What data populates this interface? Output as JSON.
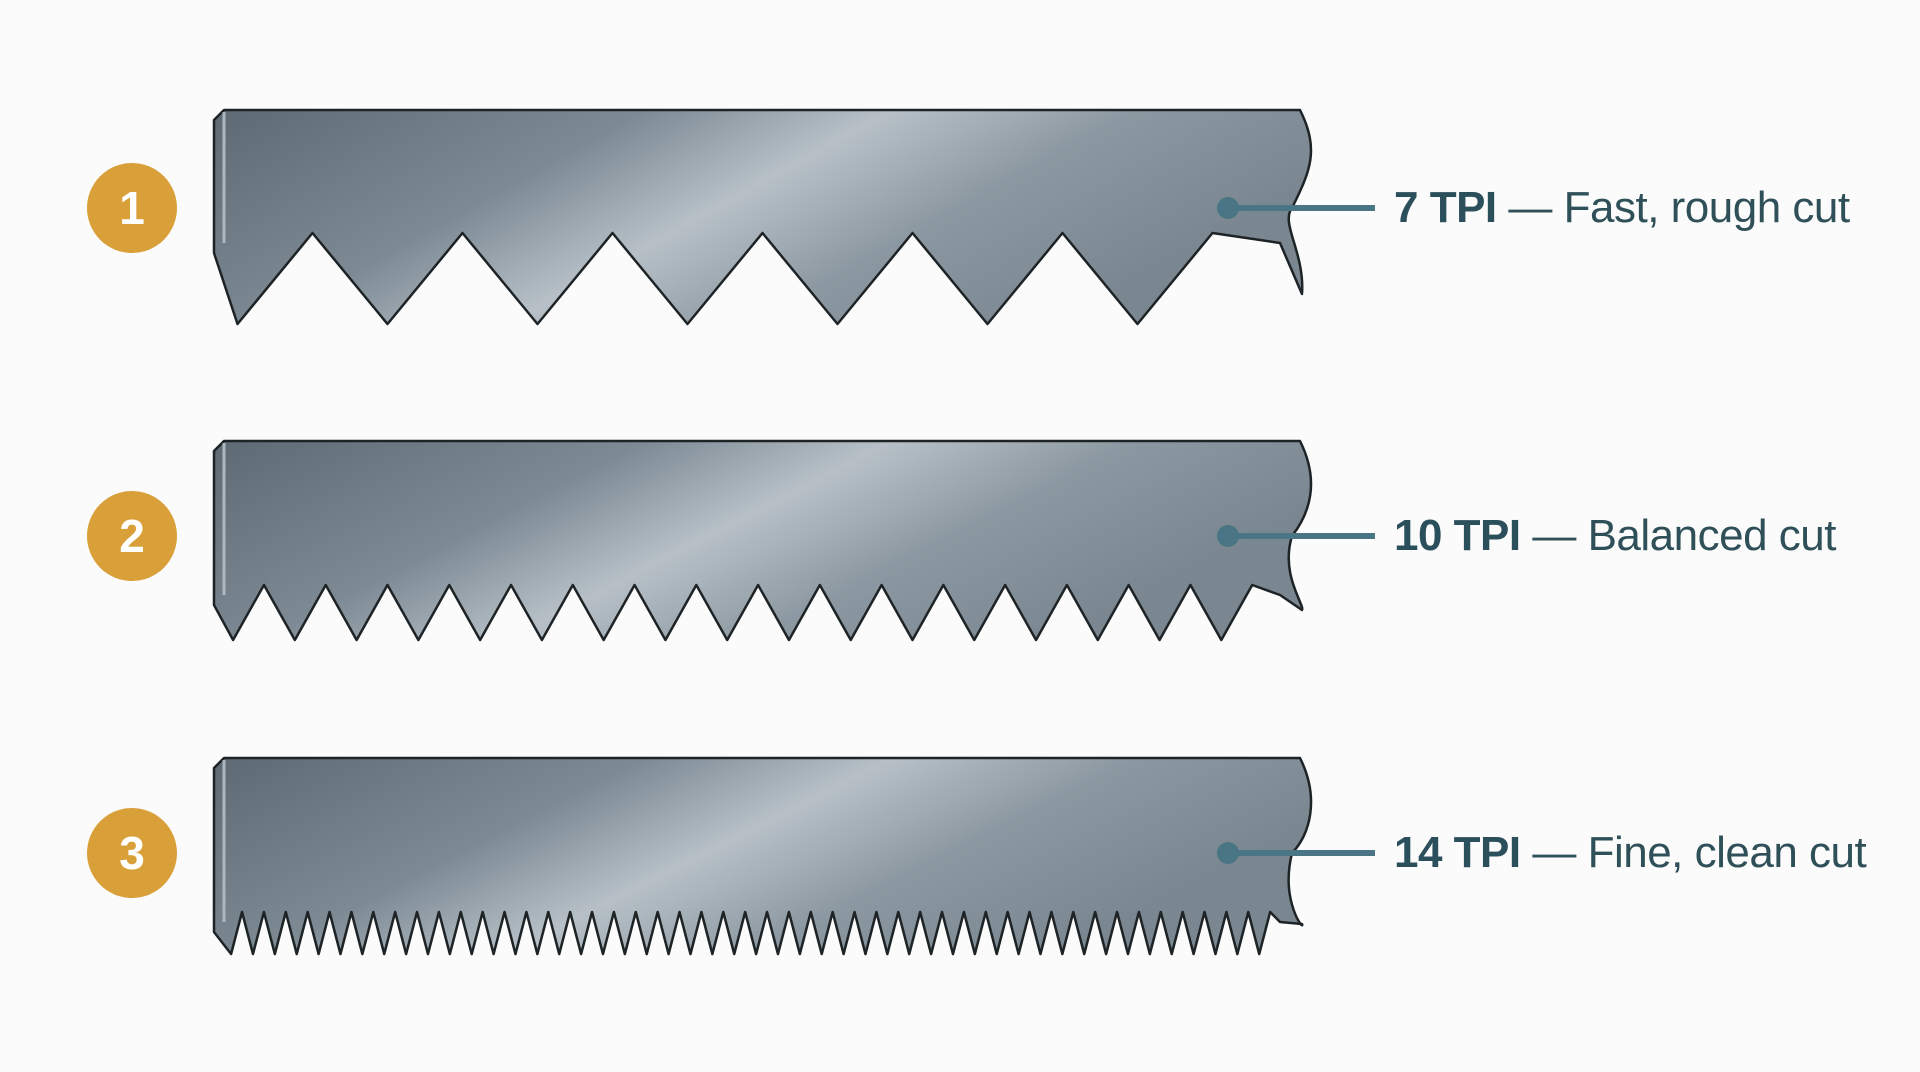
{
  "colors": {
    "badge": "#d9a03a",
    "label_text": "#2f5058",
    "leader_line": "#4a7585",
    "blade_dark": "#5f6c75",
    "blade_light": "#b9c2c9"
  },
  "blades": [
    {
      "number": "1",
      "tpi": "7 TPI",
      "description": "— Fast, rough cut",
      "teeth": 7
    },
    {
      "number": "2",
      "tpi": "10 TPI",
      "description": "— Balanced cut",
      "teeth": 17
    },
    {
      "number": "3",
      "tpi": "14 TPI",
      "description": "— Fine, clean cut",
      "teeth": 48
    }
  ]
}
